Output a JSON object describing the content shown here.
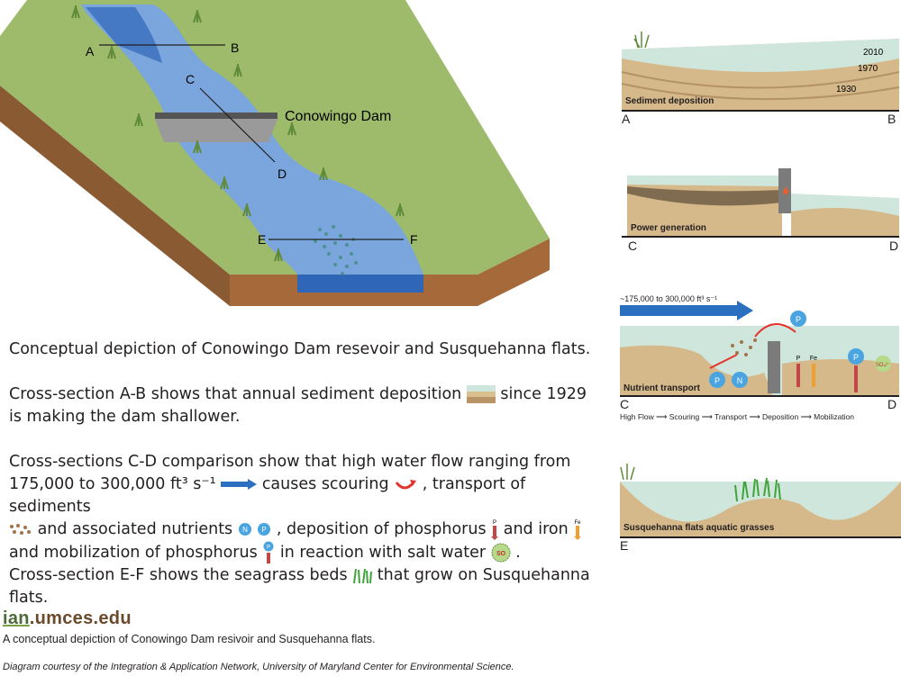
{
  "main_map": {
    "dam_label": "Conowingo Dam",
    "section_letters": {
      "a": "A",
      "b": "B",
      "c": "C",
      "d": "D",
      "e": "E",
      "f": "F"
    }
  },
  "paragraphs": {
    "p1": "Conceptual depiction of Conowingo Dam resevoir and Susquehanna flats.",
    "p2_a": "Cross-section A-B shows that annual sediment deposition",
    "p2_b": "since 1929",
    "p2_c": "is making the dam shallower.",
    "p3_a": "Cross-sections C-D comparison show that high water flow ranging from",
    "p3_b": "175,000 to 300,000 ft³ s⁻¹",
    "p3_c": "causes scouring",
    "p3_d": ", transport of sediments",
    "p3_e": "and associated nutrients",
    "p3_f": ", deposition of phosphorus",
    "p3_g": "and iron",
    "p3_h": "and mobilization of phosphorus",
    "p3_i": "in reaction with salt water",
    "p3_j": ".",
    "p4_a": "Cross-section E-F shows the seagrass beds",
    "p4_b": "that grow on Susquehanna",
    "p4_c": "flats."
  },
  "logo": {
    "ian": "ian",
    "rest": ".umces.edu"
  },
  "caption": "A conceptual depiction of Conowingo Dam resivoir and Susquehanna flats.",
  "credit": "Diagram courtesy of the Integration & Application Network, University of Maryland Center for Environmental Science.",
  "panels": {
    "ab": {
      "title": "Sediment deposition",
      "left": "A",
      "right": "B",
      "years": [
        "2010",
        "1970",
        "1930"
      ]
    },
    "cd_power": {
      "title": "Power generation",
      "left": "C",
      "right": "D"
    },
    "cd_nutrient": {
      "title": "Nutrient transport",
      "left": "C",
      "right": "D",
      "flow_label": "~175,000 to 300,000 ft³ s⁻¹",
      "p": "P",
      "n": "N",
      "fe": "Fe",
      "so4": "SO₄²⁻"
    },
    "ef": {
      "title": "Susquehanna flats aquatic grasses",
      "left": "E"
    }
  },
  "flow_steps": [
    "High Flow",
    "Scouring",
    "Transport",
    "Deposition",
    "Mobilization"
  ],
  "colors": {
    "water": "#6f9fd8",
    "water_dark": "#2a5db0",
    "land": "#8db25f",
    "land_dark": "#5f8b3a",
    "soil": "#a86a3a",
    "sediment": "#d9c08e",
    "teal": "#cfe6dc"
  }
}
